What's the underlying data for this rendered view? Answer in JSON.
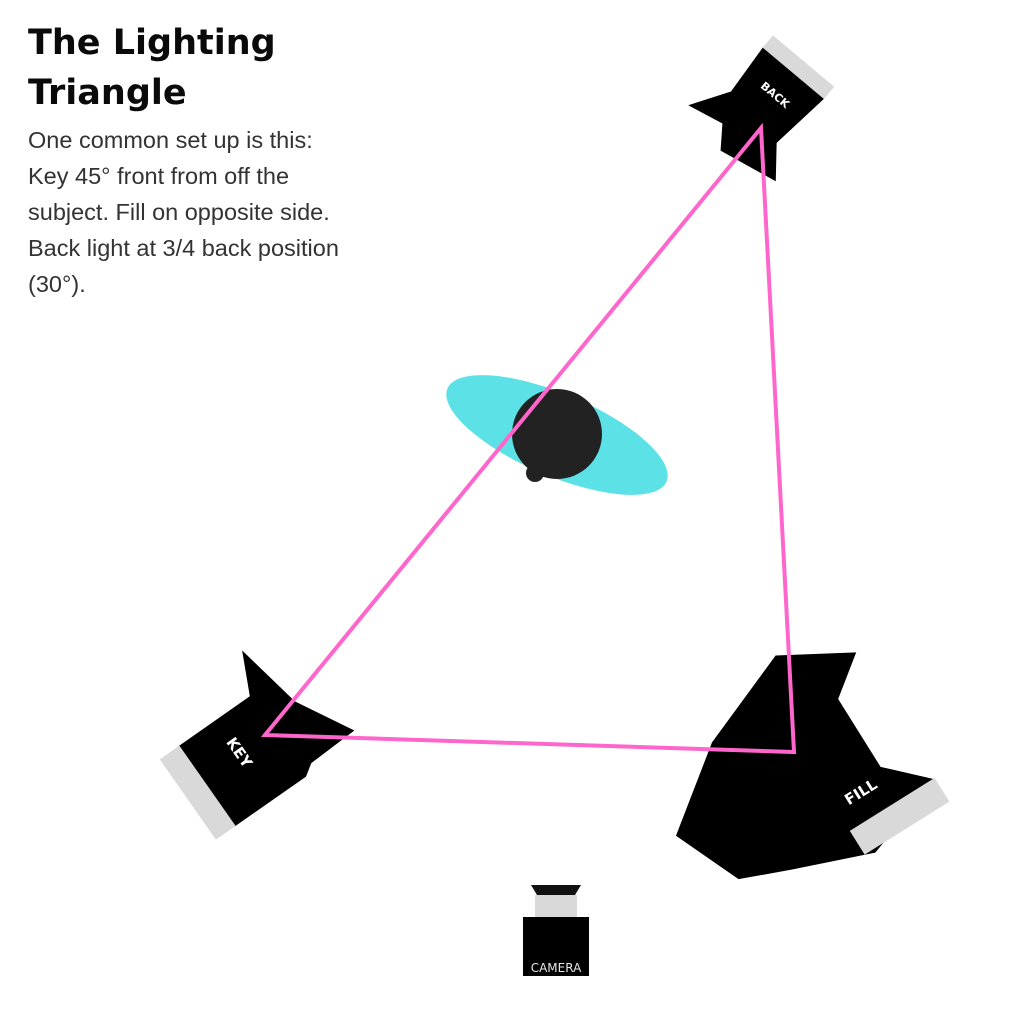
{
  "header": {
    "title": "The Lighting Triangle",
    "description": "One common set up is this: Key 45° front from off the subject. Fill on opposite side. Back light at 3/4  back position (30°)."
  },
  "lights": {
    "key": {
      "label": "KEY"
    },
    "fill": {
      "label": "FILL"
    },
    "back": {
      "label": "BACK"
    }
  },
  "camera": {
    "label": "CAMERA"
  },
  "colors": {
    "triangle": "#ff66cc",
    "subject_shadow": "#5ce1e6",
    "subject": "#222222",
    "light_body": "#000000",
    "diffuser": "#d9d9d9"
  }
}
